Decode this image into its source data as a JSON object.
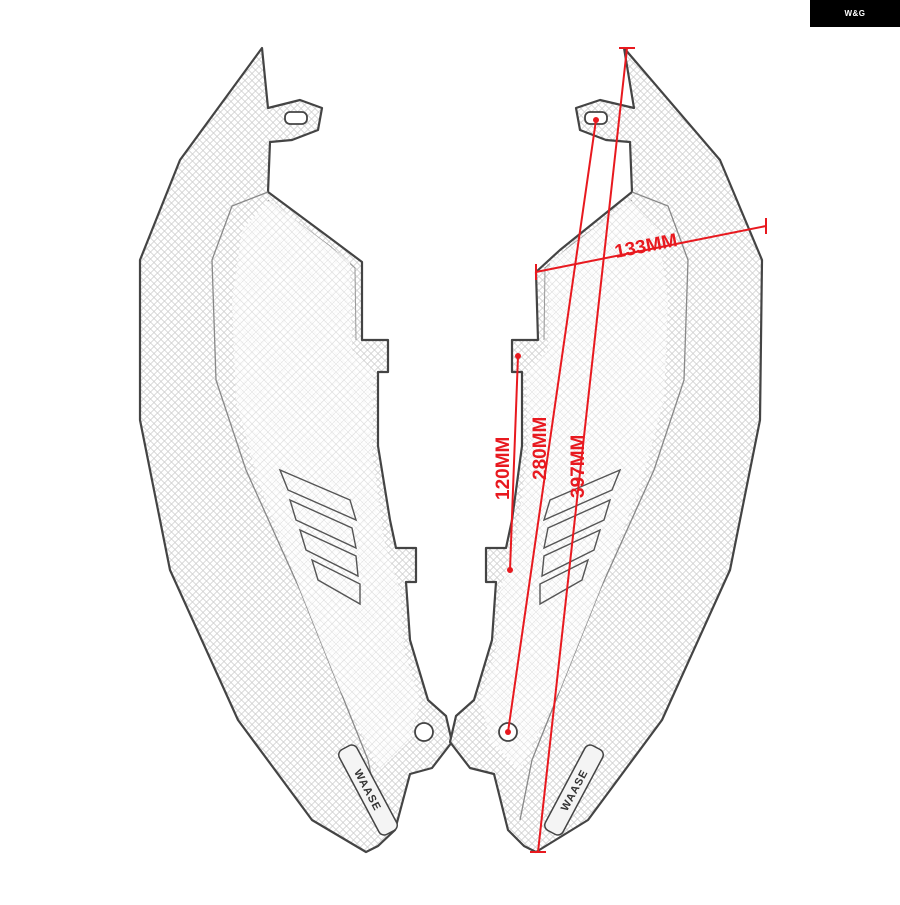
{
  "brand_badge": "W&G",
  "dimensions": {
    "width_label": "133MM",
    "short_mount_label": "120MM",
    "mount_span_label": "280MM",
    "length_label": "397MM"
  },
  "panel_logo": "WAASE",
  "colors": {
    "dimension_red": "#e8191f",
    "outline": "#444444",
    "texture": "#bbbbbb"
  }
}
